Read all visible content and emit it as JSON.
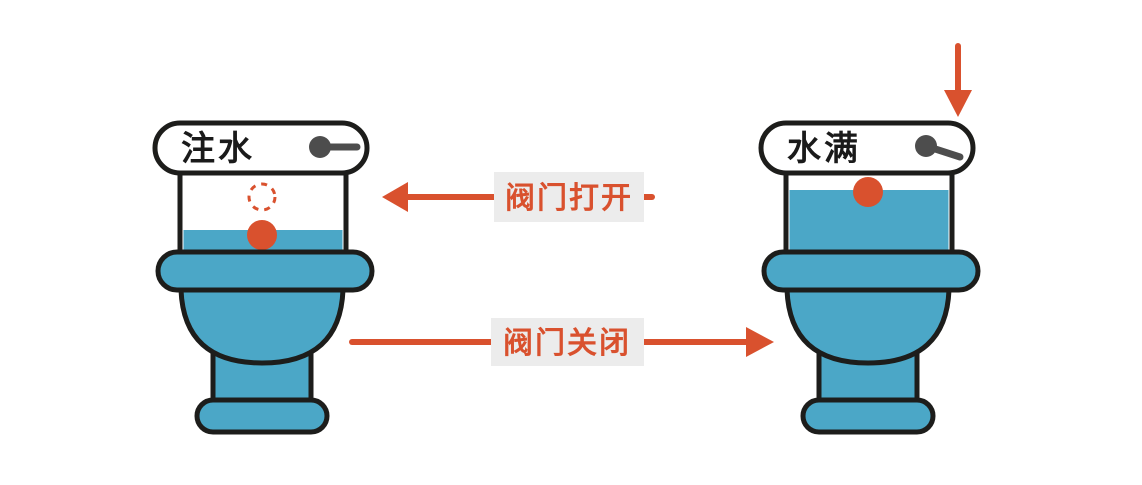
{
  "colors": {
    "water_blue": "#4ba7c7",
    "accent_red": "#d9512e",
    "outline_black": "#1d1d1b",
    "label_bg": "#ececec",
    "lever_gray": "#4d4d4d"
  },
  "left_toilet": {
    "lid_label": "注水",
    "lever_icon": "flush-lever-icon",
    "float_icon": "float-ball-icon",
    "ghost_float_icon": "float-ball-dashed-icon"
  },
  "right_toilet": {
    "lid_label": "水满",
    "lever_icon": "flush-lever-icon",
    "float_icon": "float-ball-icon"
  },
  "arrows": {
    "valve_open": {
      "label": "阀门打开",
      "direction": "left"
    },
    "valve_closed": {
      "label": "阀门关闭",
      "direction": "right"
    },
    "inlet": {
      "direction": "down"
    }
  }
}
